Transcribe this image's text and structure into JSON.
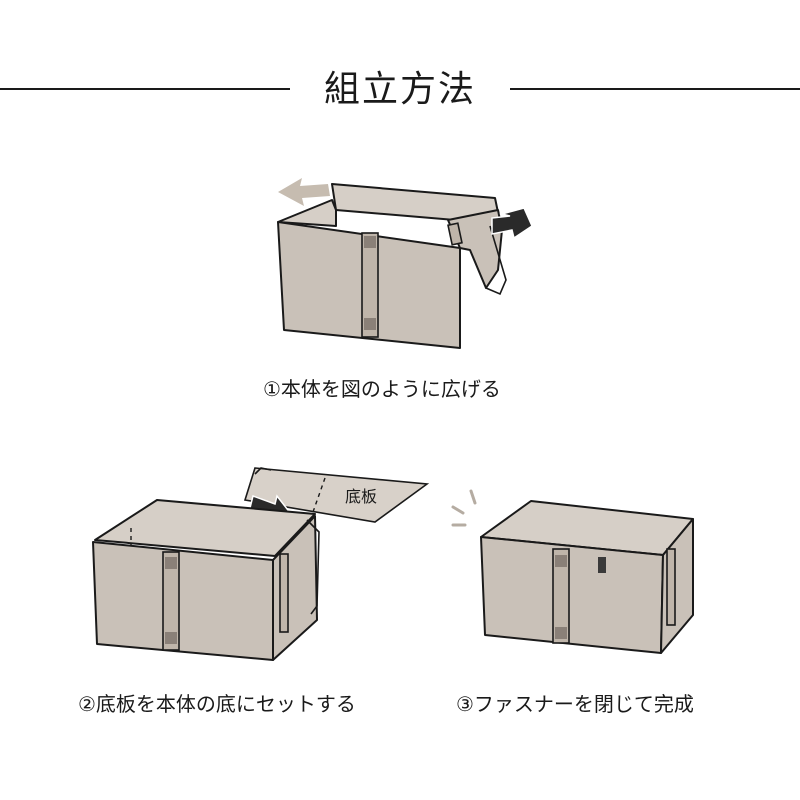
{
  "title": "組立方法",
  "steps": [
    {
      "caption": "①本体を図のように広げる"
    },
    {
      "caption": "②底板を本体の底にセットする",
      "board_label": "底板"
    },
    {
      "caption": "③ファスナーを閉じて完成"
    }
  ],
  "colors": {
    "box_fill": "#c9c1b8",
    "outline": "#1a1a1a",
    "arrow_light": "#c6bcb0",
    "arrow_dark": "#2a2a2a",
    "board_fill": "#d8d1c9"
  }
}
